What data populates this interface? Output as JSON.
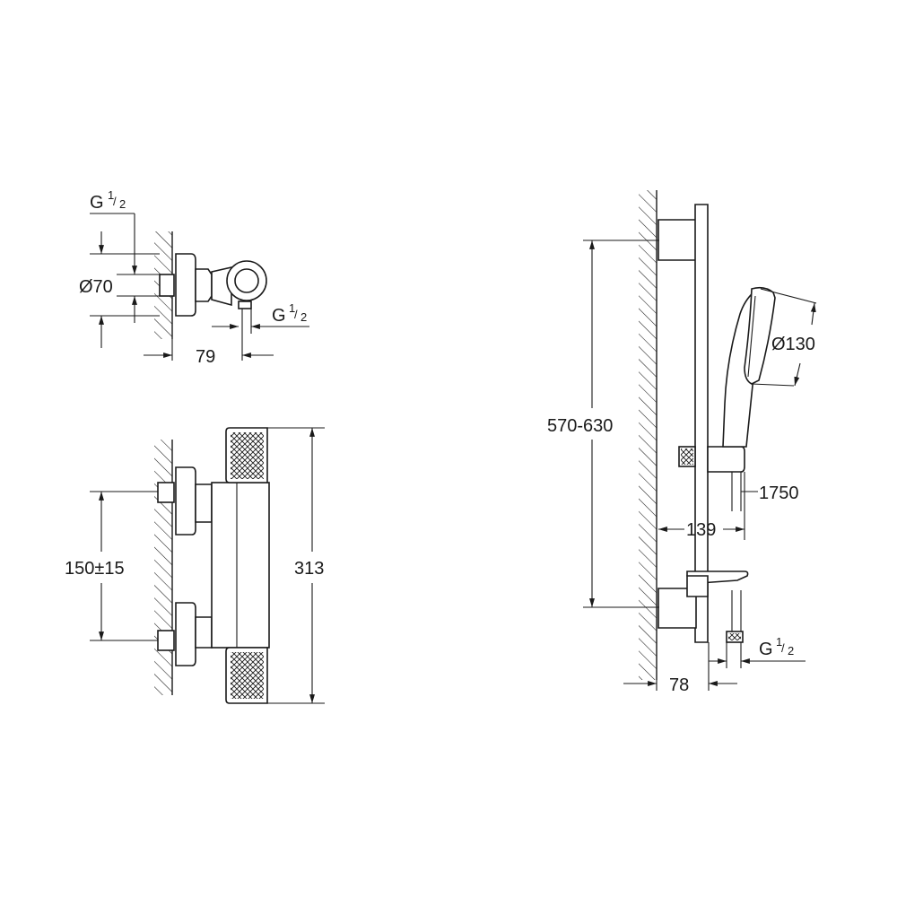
{
  "labels": {
    "top_g_inlet": "G",
    "top_g_inlet_num": "1",
    "top_g_inlet_den": "2",
    "top_diameter": "Ø70",
    "top_g_outlet": "G",
    "top_g_outlet_num": "1",
    "top_g_outlet_den": "2",
    "top_depth": "79",
    "front_spacing": "150±15",
    "front_height": "313",
    "rail_height": "570-630",
    "head_diameter": "Ø130",
    "hose_length": "1750",
    "holder_depth": "139",
    "rail_depth": "78",
    "rail_g_outlet": "G",
    "rail_g_outlet_num": "1",
    "rail_g_outlet_den": "2"
  }
}
